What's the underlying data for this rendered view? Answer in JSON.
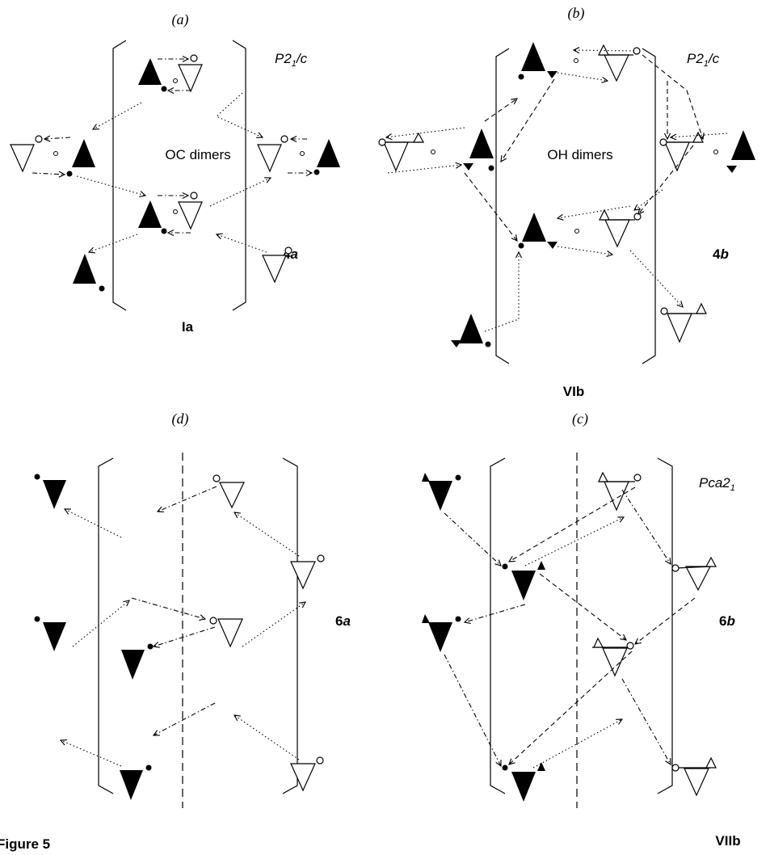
{
  "panels": {
    "a": {
      "label": "(a)",
      "space_group": {
        "pre": "P2",
        "sub": "1",
        "post": "/c"
      },
      "center_text": "OC dimers",
      "motif": {
        "num": "4",
        "letter": "a"
      },
      "compound": "Ia"
    },
    "b": {
      "label": "(b)",
      "space_group": {
        "pre": "P2",
        "sub": "1",
        "post": "/c"
      },
      "center_text": "OH dimers",
      "motif": {
        "num": "4",
        "letter": "b"
      },
      "compound": "VIb"
    },
    "d": {
      "label": "(d)",
      "motif": {
        "num": "6",
        "letter": "a"
      }
    },
    "c": {
      "label": "(c)",
      "space_group": {
        "pre": "Pca2",
        "sub": "1",
        "post": ""
      },
      "motif": {
        "num": "6",
        "letter": "b"
      },
      "compound": "VIIb"
    }
  },
  "figure_caption": "Figure 5",
  "colors": {
    "ink": "#000000",
    "paper": "#ffffff"
  }
}
